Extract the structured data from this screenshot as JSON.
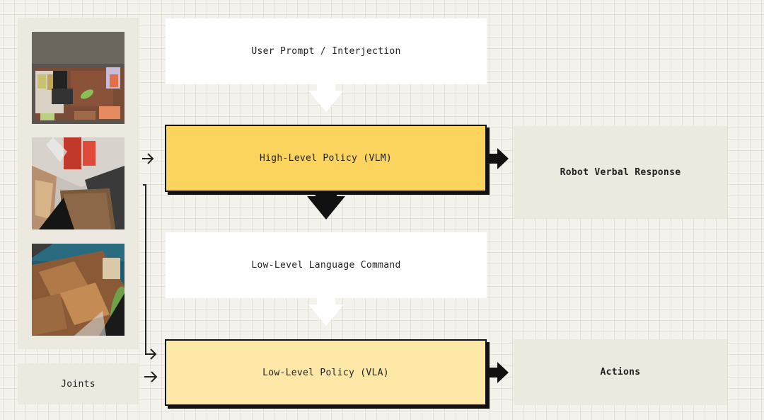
{
  "nodes": {
    "user_prompt": "User Prompt / Interjection",
    "high_level_policy": "High-Level Policy (VLM)",
    "verbal_response": "Robot Verbal Response",
    "low_level_command": "Low-Level Language Command",
    "low_level_policy": "Low-Level Policy (VLA)",
    "actions": "Actions",
    "joints": "Joints"
  },
  "colors": {
    "vlm": "#fbd45e",
    "vla": "#fde8a8",
    "side_panel": "#ece9e1",
    "arrow_dark": "#111111",
    "arrow_light": "#ffffff"
  },
  "images": [
    {
      "name": "robot-camera-overhead-image"
    },
    {
      "name": "robot-camera-wrist-left-image"
    },
    {
      "name": "robot-camera-wrist-right-image"
    }
  ]
}
